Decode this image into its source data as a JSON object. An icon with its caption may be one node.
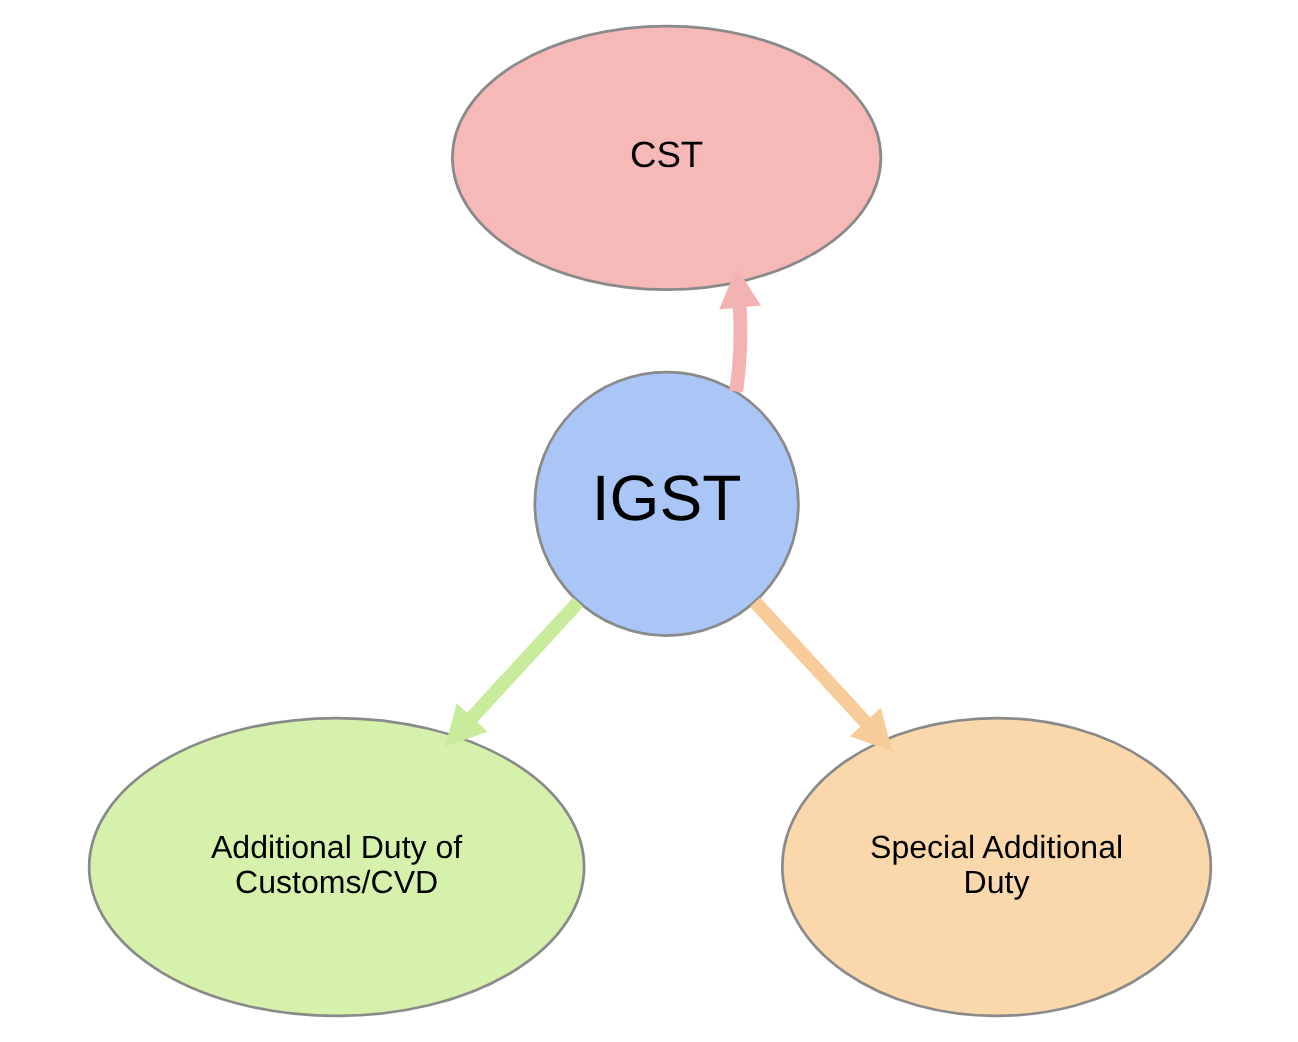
{
  "diagram": {
    "nodes": [
      {
        "text": [
          "CST"
        ]
      },
      {
        "text": [
          "IGST"
        ]
      },
      {
        "text": [
          "Additional Duty of Customs/CVD"
        ]
      },
      {
        "text": [
          "Special Additional Duty"
        ]
      }
    ],
    "edges": [
      {
        "from": 1,
        "to": 0,
        "arrow": "to",
        "color": "#f4b3b3"
      },
      {
        "from": 1,
        "to": 2,
        "arrow": "to",
        "color": "#c9eb9c"
      },
      {
        "from": 1,
        "to": 3,
        "arrow": "to",
        "color": "#f8cc9a"
      }
    ]
  }
}
